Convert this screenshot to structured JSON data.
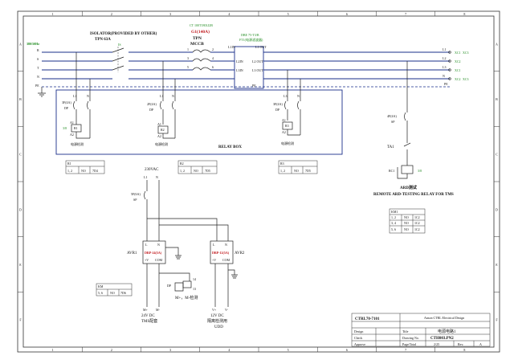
{
  "frame": {
    "col_labels": [
      "1",
      "2",
      "3",
      "4",
      "5",
      "6",
      "7",
      "8"
    ],
    "row_labels": [
      "A",
      "B",
      "C",
      "D",
      "E",
      "F"
    ]
  },
  "supply": {
    "label": "380/50Hz",
    "phases": [
      "R",
      "S",
      "T",
      "N",
      "PE"
    ]
  },
  "isolator": {
    "title": "ISOLATOR(PROVIDED BY OTHER)",
    "rating": "TPN 63A",
    "tag": "IS"
  },
  "mccb": {
    "part": "CT 100T180LI2B",
    "tag": "G1(140A)",
    "title1": "TPN",
    "title2": "MCCB",
    "in_terms": [
      "1",
      "3",
      "5"
    ],
    "out_terms": [
      "2",
      "4",
      "6"
    ]
  },
  "filter": {
    "model": "DBE 75-T3/B",
    "desc": "FT1(电源滤波器)",
    "in_labels": [
      "L1IN",
      "L2IN",
      "L3IN"
    ],
    "out_labels": [
      "L1 OUT",
      "L2 OUT",
      "L3 OUT"
    ],
    "pe": "PE"
  },
  "outputs": {
    "terms": [
      "L1",
      "L2",
      "L3",
      "N"
    ],
    "xc": [
      "XC1",
      "XC2",
      "XC1",
      "XC2"
    ],
    "xc2": [
      "XC3",
      "",
      "",
      "XC3"
    ]
  },
  "breakers": [
    {
      "rating": "3F(4A)",
      "type": "DP",
      "wires": [
        "L1",
        "N"
      ],
      "a": [
        "A1",
        "A2"
      ],
      "relay": "R1",
      "label": "电源检测"
    },
    {
      "rating": "2F(4A)",
      "type": "DP",
      "wires": [
        "L1",
        "N"
      ],
      "a": [
        "A1",
        "A2"
      ],
      "relay": "R2",
      "label": "电源检测"
    },
    {
      "rating": "3F(4A)",
      "type": "DP",
      "wires": [
        "L3",
        "N"
      ],
      "a": [
        "A1",
        "A2"
      ],
      "relay": "R3",
      "label": "电源检测"
    }
  ],
  "relay_box_label": "RELAY BOX",
  "relay_tables": [
    {
      "head": "R1",
      "cells": [
        "1, 2",
        "NO",
        "7D4"
      ]
    },
    {
      "head": "R2",
      "cells": [
        "1, 2",
        "NO",
        "7D5"
      ]
    },
    {
      "head": "R3",
      "cells": [
        "1, 2",
        "NO",
        "7D5"
      ]
    }
  ],
  "ard": {
    "breaker_rating": "4F(4A)",
    "breaker_type": "SP",
    "ta": "TA1",
    "rc": "RC1",
    "title": "ARD测试",
    "caption": "REMOTE ARD-TESTING RELAY FOR TMS",
    "term": "3/8"
  },
  "km_tables": [
    {
      "head": "KM1",
      "rows": [
        [
          "1, 2",
          "NO",
          "1C2"
        ],
        [
          "3, 4",
          "NO",
          "1C2"
        ],
        [
          "5, 6",
          "NO",
          "1C2"
        ]
      ]
    },
    {
      "head": "KM",
      "rows": [
        [
          "5, 6",
          "NO",
          "7D6"
        ]
      ]
    }
  ],
  "psu": {
    "supply": "230VAC",
    "breaker_rating": "5F(6A)",
    "breaker_type": "SP",
    "avr1": {
      "name": "AVR1",
      "model": "DRP-24(5A)",
      "terms_top": [
        "L",
        "N"
      ],
      "terms_bot": [
        "+V",
        "COM"
      ]
    },
    "avr2": {
      "name": "AVR2",
      "model": "DRP-12(5A)",
      "terms_top": [
        "L",
        "N"
      ],
      "terms_bot": [
        "+V",
        "COM"
      ]
    },
    "dp_label": "DP",
    "relay_term": "14",
    "relay_term2": "13",
    "monitor_label": "M+，M-检测",
    "out1": {
      "v": "24V DC",
      "desc": "TMS配套"
    },
    "out2": {
      "v": "12V DC",
      "desc": "隔离检测用",
      "desc2": "UDD"
    },
    "out_terms1": [
      "M+",
      "M-"
    ],
    "out_terms2": [
      "V+",
      "V-"
    ]
  },
  "title_block": {
    "project": "CTRL70-7101",
    "company": "Anson CTRL Electrical Design",
    "rows": [
      {
        "k": "Design",
        "title_k": "Title",
        "title_v": "电源电路1"
      },
      {
        "k": "Check",
        "title_k": "Drawing No.",
        "title_v": "CTH003.PN2"
      },
      {
        "k": "Approve",
        "title_k": "Page/Total",
        "title_v": "2/25",
        "rev_k": "Rev.",
        "rev_v": "A"
      }
    ]
  }
}
